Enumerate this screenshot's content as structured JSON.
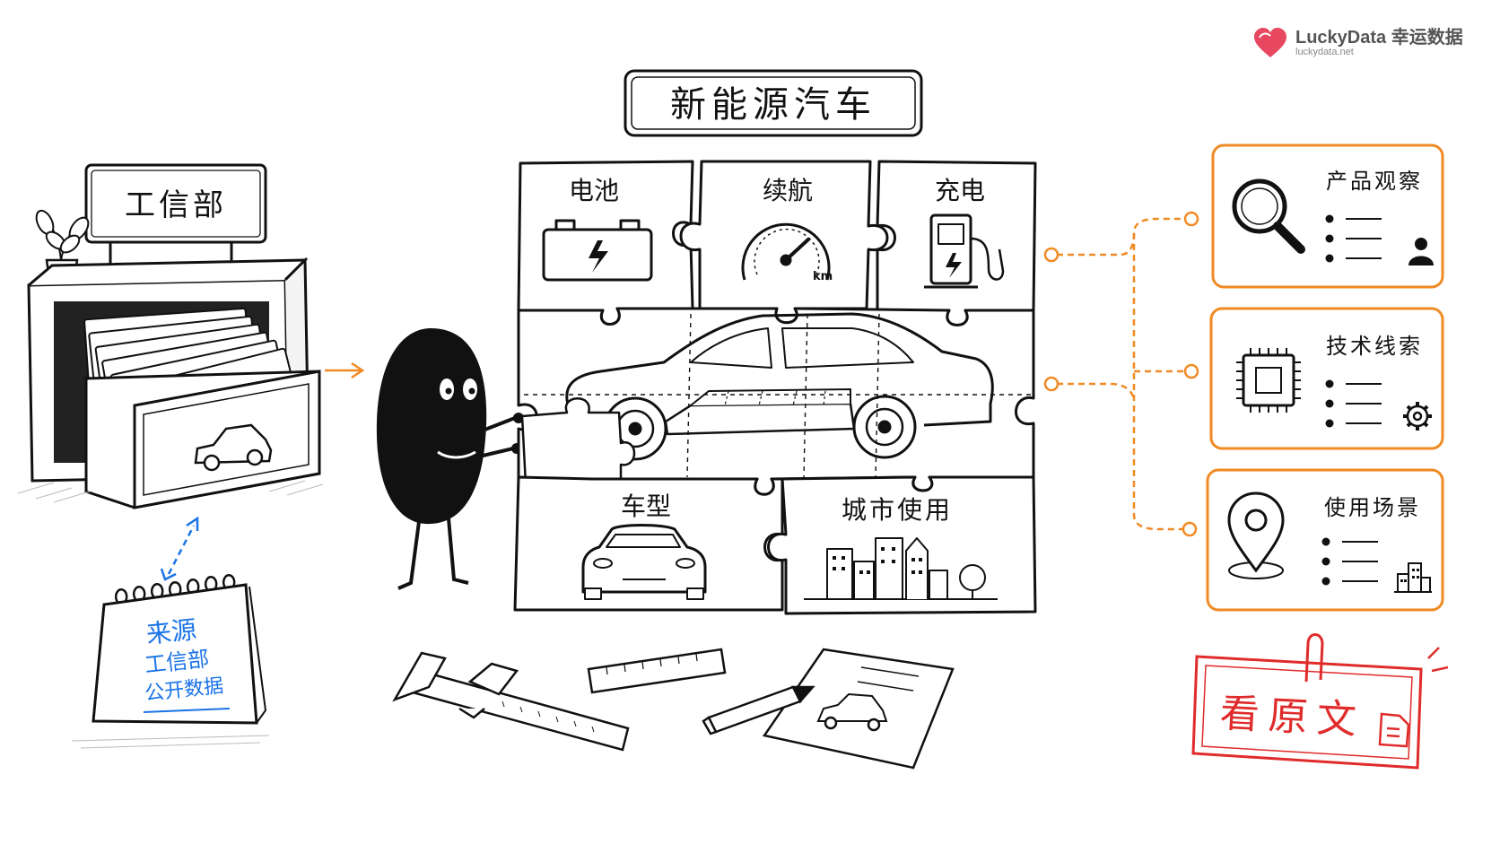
{
  "brand": {
    "name": "LuckyData 幸运数据",
    "url": "luckydata.net",
    "accent": "#e8485f"
  },
  "title": "新能源汽车",
  "source_box": {
    "sign": "工信部"
  },
  "calendar": {
    "line1": "来源",
    "line2": "工信部",
    "line3": "公开数据",
    "color": "#1a73e8"
  },
  "puzzle": {
    "battery": "电池",
    "range": "续航",
    "range_unit": "km",
    "charging": "充电",
    "model": "车型",
    "city": "城市使用"
  },
  "cards": [
    {
      "label": "产品观察",
      "icon": "magnifier-icon",
      "badge": "person-icon"
    },
    {
      "label": "技术线索",
      "icon": "chip-icon",
      "badge": "gear-icon"
    },
    {
      "label": "使用场景",
      "icon": "location-pin-icon",
      "badge": "building-icon"
    }
  ],
  "stamp": {
    "label": "看原文",
    "color": "#e02b2b"
  },
  "colors": {
    "orange": "#f08a24",
    "blue": "#1a73e8",
    "ink": "#111111"
  }
}
